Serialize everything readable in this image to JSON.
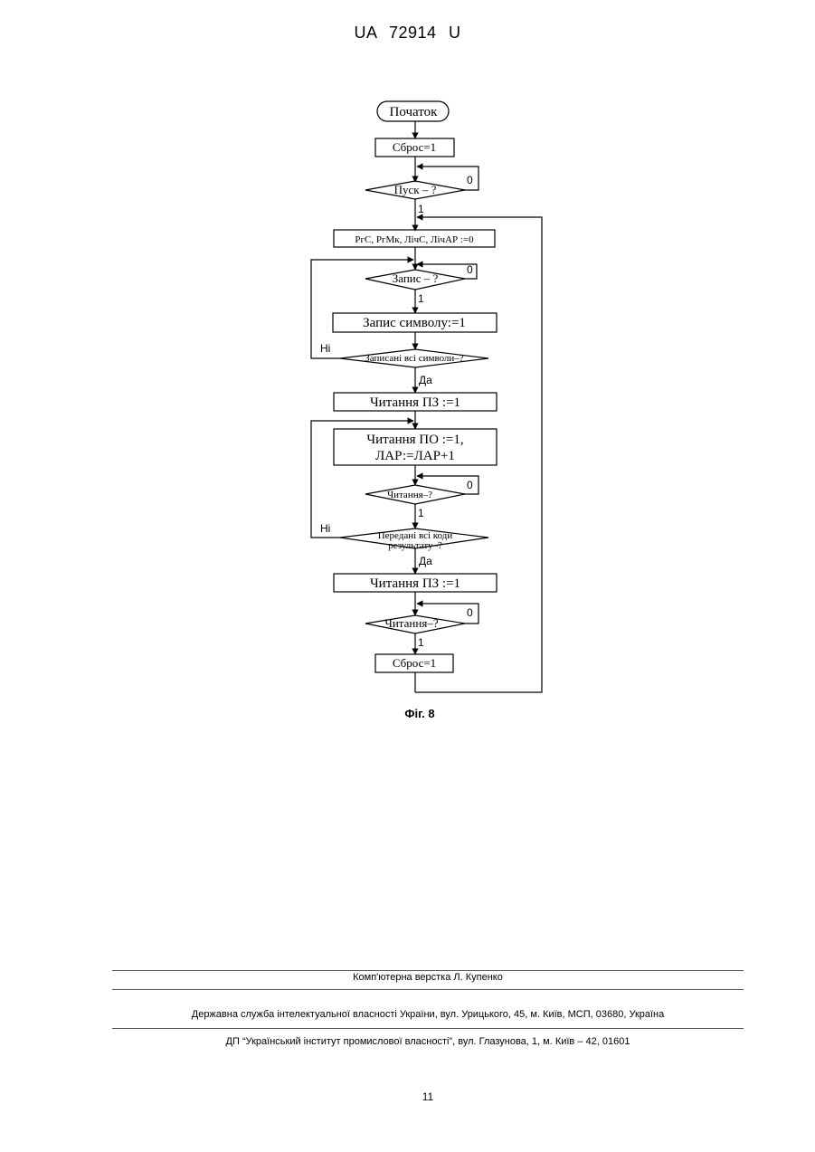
{
  "header": {
    "patent_number": "UA   72914   U"
  },
  "flowchart": {
    "start": "Початок",
    "reset_1": "Сброс=1",
    "start_check": "Пуск – ?",
    "init_registers": "РгС, РгМк, ЛічС, ЛічАР :=0",
    "write_check": "Запис – ?",
    "write_symbol": "Запис символу:=1",
    "all_written_check": "Записані всі символи–?",
    "read_pz_1": "Читання ПЗ :=1",
    "read_po_line1": "Читання ПО :=1,",
    "read_po_line2": "ЛАР:=ЛАР+1",
    "reading_check_1": "Читання–?",
    "all_codes_line1": "Передані всі коди",
    "all_codes_line2": "результату–?",
    "read_pz_2": "Читання ПЗ :=1",
    "reading_check_2": "Читання–?",
    "reset_2": "Сброс=1",
    "label_zero": "0",
    "label_one": "1",
    "label_no": "Ні",
    "label_yes": "Да"
  },
  "caption": "Фіг. 8",
  "footer": {
    "typesetting": "Комп'ютерна верстка Л. Купенко",
    "agency": "Державна служба інтелектуальної власності України, вул. Урицького, 45, м. Київ, МСП, 03680, Україна",
    "institute": "ДП “Український інститут промислової власності”, вул. Глазунова, 1, м. Київ – 42, 01601"
  },
  "page_number": "11"
}
